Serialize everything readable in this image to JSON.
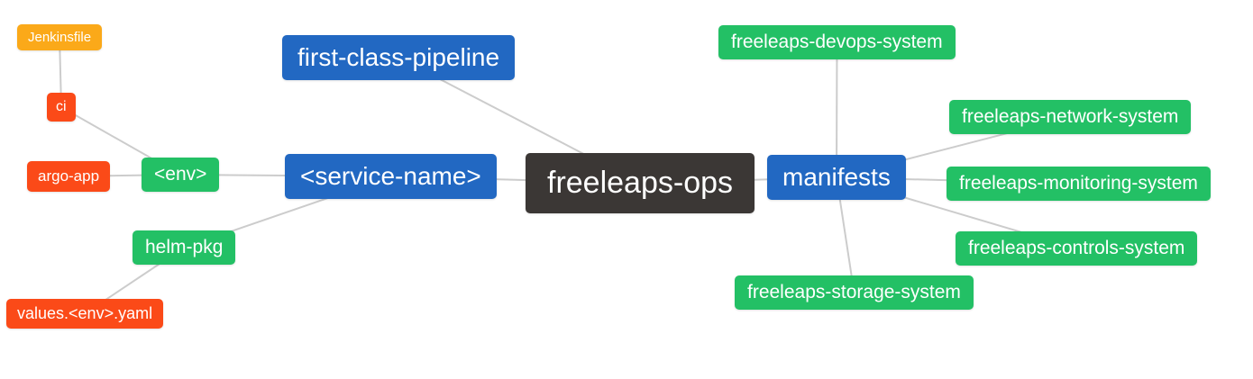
{
  "diagram": {
    "title": "freeleaps-ops repository structure mind map",
    "root_label": "freeleaps-ops",
    "nodes": [
      {
        "id": "jenkinsfile",
        "label": "Jenkinsfile",
        "color": "#fba919"
      },
      {
        "id": "ci",
        "label": "ci",
        "color": "#fb4a18"
      },
      {
        "id": "argo-app",
        "label": "argo-app",
        "color": "#fb4a18"
      },
      {
        "id": "env",
        "label": "<env>",
        "color": "#23c065"
      },
      {
        "id": "service-name",
        "label": "<service-name>",
        "color": "#2268c2"
      },
      {
        "id": "first-class-pipeline",
        "label": "first-class-pipeline",
        "color": "#2268c2"
      },
      {
        "id": "helm-pkg",
        "label": "helm-pkg",
        "color": "#23c065"
      },
      {
        "id": "values-env-yaml",
        "label": "values.<env>.yaml",
        "color": "#fb4a18"
      },
      {
        "id": "freeleaps-ops",
        "label": "freeleaps-ops",
        "color": "#3b3735"
      },
      {
        "id": "manifests",
        "label": "manifests",
        "color": "#2268c2"
      },
      {
        "id": "devops-system",
        "label": "freeleaps-devops-system",
        "color": "#23c065"
      },
      {
        "id": "network-system",
        "label": "freeleaps-network-system",
        "color": "#23c065"
      },
      {
        "id": "monitoring-system",
        "label": "freeleaps-monitoring-system",
        "color": "#23c065"
      },
      {
        "id": "controls-system",
        "label": "freeleaps-controls-system",
        "color": "#23c065"
      },
      {
        "id": "storage-system",
        "label": "freeleaps-storage-system",
        "color": "#23c065"
      }
    ],
    "edges": [
      {
        "from": "jenkinsfile",
        "to": "ci"
      },
      {
        "from": "ci",
        "to": "env"
      },
      {
        "from": "argo-app",
        "to": "env"
      },
      {
        "from": "env",
        "to": "service-name"
      },
      {
        "from": "helm-pkg",
        "to": "service-name"
      },
      {
        "from": "values-env-yaml",
        "to": "helm-pkg"
      },
      {
        "from": "first-class-pipeline",
        "to": "freeleaps-ops"
      },
      {
        "from": "service-name",
        "to": "freeleaps-ops"
      },
      {
        "from": "freeleaps-ops",
        "to": "manifests"
      },
      {
        "from": "manifests",
        "to": "devops-system"
      },
      {
        "from": "manifests",
        "to": "network-system"
      },
      {
        "from": "manifests",
        "to": "monitoring-system"
      },
      {
        "from": "manifests",
        "to": "controls-system"
      },
      {
        "from": "manifests",
        "to": "storage-system"
      }
    ]
  },
  "palette": {
    "branch_blue": "#2268c2",
    "leaf_green": "#23c065",
    "leaf_red": "#fb4a18",
    "leaf_orange": "#fba919",
    "root_dark": "#3b3735",
    "edge_line": "#cccccc",
    "background": "#ffffff",
    "text": "#ffffff"
  }
}
